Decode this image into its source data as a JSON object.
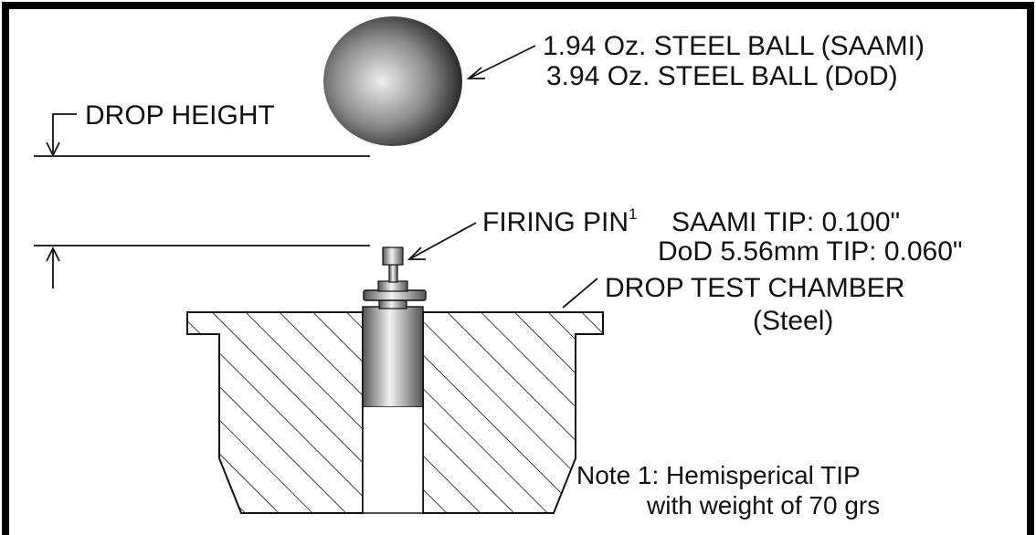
{
  "labels": {
    "ball_line1": "1.94 Oz. STEEL BALL (SAAMI)",
    "ball_line2": "3.94 Oz. STEEL BALL (DoD)",
    "drop_height": "DROP HEIGHT",
    "firing_pin": "FIRING PIN",
    "firing_pin_sup": "1",
    "saami_tip": "SAAMI TIP: 0.100\"",
    "dod_tip": "DoD 5.56mm TIP: 0.060\"",
    "chamber": "DROP TEST CHAMBER",
    "chamber_material": "(Steel)",
    "note_line1": "Note 1: Hemisperical TIP",
    "note_line2": "with weight of 70 grs"
  },
  "colors": {
    "frame": "#000000",
    "line": "#111111",
    "ball_highlight": "#eeeeee",
    "ball_shadow": "#1a1a1a",
    "pin_light": "#f2f2f2",
    "pin_dark": "#555555"
  }
}
